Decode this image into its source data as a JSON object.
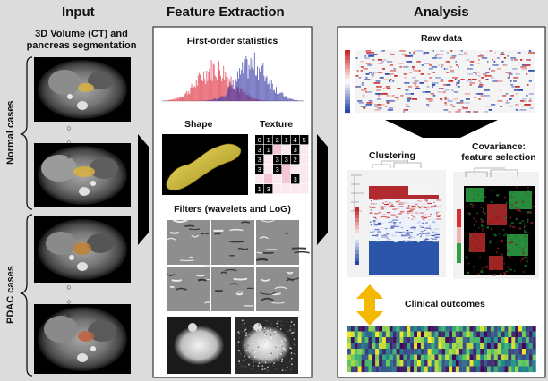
{
  "columns": {
    "input": "Input",
    "feature_extraction": "Feature Extraction",
    "analysis": "Analysis"
  },
  "input": {
    "subtitle_line1": "3D Volume (CT) and",
    "subtitle_line2": "pancreas segmentation",
    "group_normal": "Normal cases",
    "group_pdac": "PDAC cases",
    "ellipsis": "○ ○ ○"
  },
  "feature_extraction": {
    "first_order": "First-order statistics",
    "shape": "Shape",
    "texture": "Texture",
    "filters": "Filters (wavelets and LoG)",
    "texture_cells": [
      "0",
      "1",
      "2",
      "1",
      "4",
      "5",
      "3",
      "1",
      "",
      "",
      "3",
      "",
      "3",
      "",
      "3",
      "3",
      "2",
      "",
      "3",
      "",
      "3",
      "",
      "",
      "",
      "",
      "",
      "",
      "",
      "3",
      "",
      "1",
      "3",
      "",
      "",
      "",
      ""
    ]
  },
  "analysis": {
    "raw_data": "Raw data",
    "clustering": "Clustering",
    "covariance_line1": "Covariance:",
    "covariance_line2": "feature selection",
    "clinical_outcomes": "Clinical outcomes"
  },
  "colors": {
    "background": "#dcdcdc",
    "panel": "#ffffff",
    "arrow": "#000000",
    "double_arrow": "#f5b800",
    "hist_red": "#e03a4a",
    "hist_blue": "#3a3aa8",
    "shape_yellow": "#d8c83a"
  }
}
